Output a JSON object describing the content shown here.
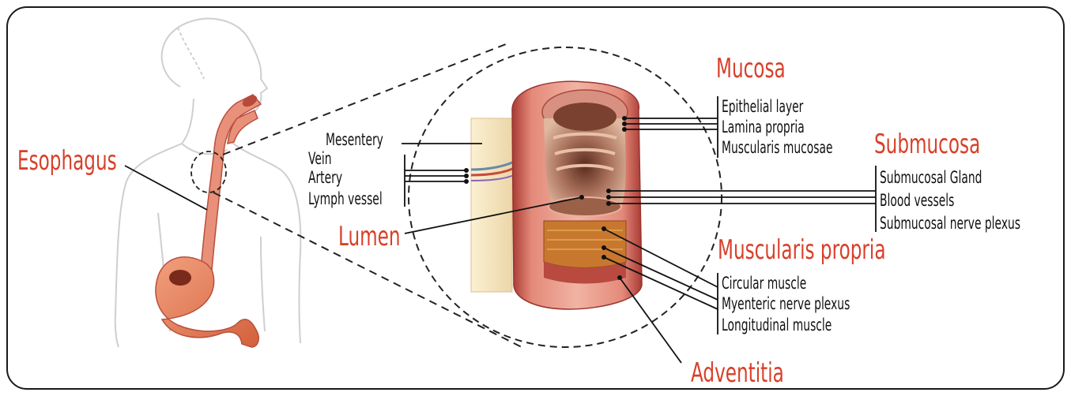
{
  "title_labels": {
    "esophagus": "Esophagus",
    "lumen": "Lumen",
    "mucosa": "Mucosa",
    "submucosa": "Submucosa",
    "muscularis_propria": "Muscularis propria",
    "adventitia": "Adventitia"
  },
  "left_labels": {
    "mesentery": "Mesentery",
    "vein": "Vein",
    "artery": "Artery",
    "lymph_vessel": "Lymph vessel"
  },
  "mucosa_layers": [
    "Epithelial layer",
    "Lamina propria",
    "Muscularis mucosae"
  ],
  "submucosa_layers": [
    "Submucosal Gland",
    "Blood vessels",
    "Submucosal nerve plexus"
  ],
  "muscularis_layers": [
    "Circular muscle",
    "Myenteric nerve plexus",
    "Longitudinal muscle"
  ],
  "colors": {
    "accent_label": "#d8402a",
    "line": "#111111",
    "tissue_pink": "#e8a090",
    "tissue_red": "#c8504a",
    "stomach": "#e07a55",
    "body_outline": "#cfcfcf"
  }
}
